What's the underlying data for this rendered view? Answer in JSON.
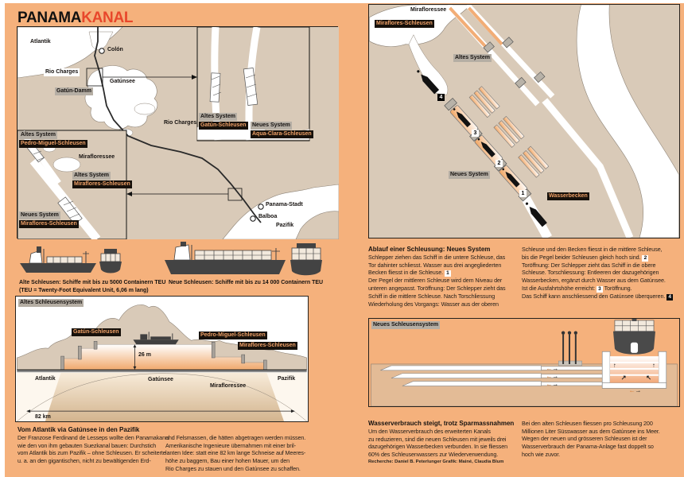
{
  "page": {
    "title_black": "PANAMA",
    "title_red": "KANAL"
  },
  "colors": {
    "page_bg": "#f5b17c",
    "land": "#d9cab8",
    "title_red": "#e8472b",
    "label_dark_bg": "#17110b",
    "label_dark_text": "#f0a269",
    "label_gray_bg": "#b5aea4",
    "ship_gray": "#434343"
  },
  "left_map": {
    "atlantik": "Atlantik",
    "colon": "Colón",
    "rio_charges": "Rio Charges",
    "gatun_damm": "Gatún-Damm",
    "gatunsee": "Gatúnsee",
    "rio_charges_2": "Rio Charges",
    "gatun_inset": {
      "old_tag": "Altes System",
      "old_name": "Gatún-Schleusen",
      "new_tag": "Neues System",
      "new_name": "Aqua-Clara-Schleusen"
    },
    "miraflores_inset": {
      "old_tag": "Altes System",
      "old_name": "Pedro-Miguel-Schleusen",
      "see": "Mirafloressee",
      "old_tag2": "Altes System",
      "old_name2": "Miraflores-Schleusen",
      "new_tag": "Neues System",
      "new_name": "Miraflores-Schleusen"
    },
    "panama_stadt": "Panama-Stadt",
    "balboa": "Balboa",
    "pazifik": "Pazifik"
  },
  "ships": {
    "old_caption": "Alte Schleusen: Schiffe mit bis zu 5000 Containern TEU\n(TEU = Twenty-Foot Equivalent Unit, 6,06 m lang)",
    "new_caption": "Neue Schleusen: Schiffe mit bis zu 14 000 Containern TEU"
  },
  "old_system": {
    "header": "Altes Schleusensystem",
    "gatun": "Gatún-Schleusen",
    "pedro_miguel": "Pedro-Miguel-Schleusen",
    "miraflores": "Miraflores-Schleusen",
    "height": "26 m",
    "atlantik": "Atlantik",
    "gatunsee": "Gatúnsee",
    "mirafloressee": "Mirafloressee",
    "pazifik": "Pazifik",
    "distance": "82 km"
  },
  "left_text": {
    "title": "Vom Atlantik via Gatúnsee in den Pazifik",
    "col1": "Der Franzose Ferdinand de Lesseps wollte den Panamakanal\nwie den von ihm gebauten Suezkanal bauen: Durchstich\nvom Atlantik bis zum Pazifik – ohne Schleusen. Er scheiterte\nu. a. an den gigantischen, nicht zu bewältigenden Erd-",
    "col2": "und Felsmassen, die hätten abgetragen werden müssen.\nAmerikanische Ingenieure übernahmen mit einer bril-\nlanten Idee: statt eine 82 km lange Schneise auf Meeres-\nhöhe zu baggern, Bau einer hohen Mauer, um den\nRio Charges zu stauen und den Gatúnsee zu schaffen."
  },
  "right_map": {
    "mirafloressee": "Mirafloressee",
    "miraflores_schleusen": "Miraflores-Schleusen",
    "altes_system": "Altes System",
    "neues_system": "Neues System",
    "wasserbecken": "Wasserbecken",
    "markers": [
      "1",
      "2",
      "3",
      "4"
    ]
  },
  "ablauf": {
    "title": "Ablauf einer Schleusung: Neues System",
    "col1": [
      {
        "t": "Schlepper ziehen das Schiff in die untere Schleuse, das\nTor dahinter schliesst. Wasser aus drei angegliederten\nBecken fliesst in die Schleuse. "
      },
      {
        "m": "1"
      },
      {
        "t": "\nDer Pegel der mittleren Schleuse wird dem Niveau der\nunteren angepasst. Toröffnung: Der Schlepper zieht das\nSchiff in die mittlere Schleuse. Nach Torschliessung\nWiederholung des Vorgangs: Wasser aus der oberen"
      }
    ],
    "col2": [
      {
        "t": "Schleuse und den Becken fliesst in die mittlere Schleuse,\nbis die Pegel beider Schleusen gleich hoch sind. "
      },
      {
        "m": "2"
      },
      {
        "t": "\nToröffnung: Der Schlepper zieht das Schiff in die obere\nSchleuse. Torschliessung: Entleeren der dazugehörigen\nWasserbecken, ergänzt durch Wasser aus dem Gatúnsee.\nIst die Ausfahrtshöhe erreicht: "
      },
      {
        "m": "3"
      },
      {
        "t": " Toröffnung.\nDas Schiff kann anschliessend den Gatúnsee überqueren. "
      },
      {
        "m": "4",
        "dark": true
      }
    ]
  },
  "new_system": {
    "header": "Neues Schleusensystem"
  },
  "right_text": {
    "title": "Wasserverbrauch steigt, trotz Sparmassnahmen",
    "col1": "Um den Wasserverbrauch des erweiterten Kanals\nzu reduzieren, sind die neuen Schleusen mit jeweils drei\ndazugehörigen Wasserbecken verbunden. In sie fliessen\n60% des Schleusenwassers zur Wiederverwendung.",
    "col2": "Bei den alten Schleusen fliessen pro Schleusung 200\nMillionen Liter Süsswasser aus dem Gatúnsee ins Meer.\nWegen der neuen und grösseren Schleusen ist der\nWasserverbrauch der Panama-Anlage fast doppelt so\nhoch wie zuvor.",
    "credits": "Recherche: Daniel B. Peterlunger    Grafik: Mainé, Claudia Blum"
  }
}
